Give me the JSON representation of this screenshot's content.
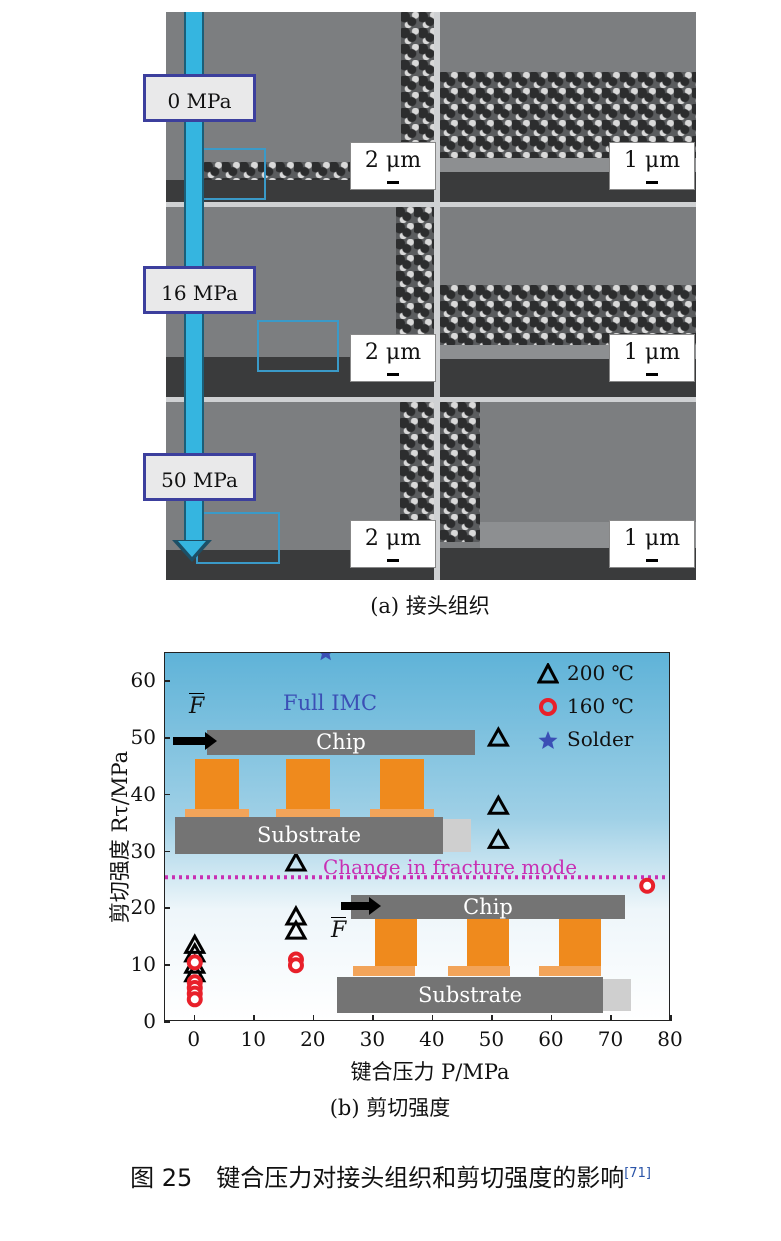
{
  "panel_a": {
    "rows": [
      {
        "pressure_label": "0 MPa",
        "left_scale": "2 μm",
        "right_scale": "1 μm"
      },
      {
        "pressure_label": "16 MPa",
        "left_scale": "2 μm",
        "right_scale": "1 μm"
      },
      {
        "pressure_label": "50 MPa",
        "left_scale": "2 μm",
        "right_scale": "1 μm"
      }
    ],
    "caption": "(a) 接头组织"
  },
  "panel_b": {
    "caption": "(b) 剪切强度",
    "full_imc_label": "Full IMC",
    "change_label": "Change in fracture mode",
    "chip_label_top": "Chip",
    "substrate_label_top": "Substrate",
    "chip_label_bottom": "Chip",
    "substrate_label_bottom": "Substrate",
    "force_label": "F"
  },
  "chart_data": {
    "type": "scatter",
    "xlabel": "键合压力 P/MPa",
    "ylabel": "剪切强度 Rτ/MPa",
    "xlim": [
      -5,
      80
    ],
    "ylim": [
      0,
      65
    ],
    "xticks": [
      0,
      10,
      20,
      30,
      40,
      50,
      60,
      70,
      80
    ],
    "yticks": [
      0,
      10,
      20,
      30,
      40,
      50,
      60
    ],
    "fracture_mode_line_y": 25.5,
    "series": [
      {
        "name": "200 ℃",
        "marker": "triangle",
        "color": "#000000",
        "points": [
          [
            0,
            13.5
          ],
          [
            0,
            12
          ],
          [
            0,
            10
          ],
          [
            0,
            8.5
          ],
          [
            17,
            28
          ],
          [
            17,
            18.5
          ],
          [
            17,
            16
          ],
          [
            51,
            50
          ],
          [
            51,
            38
          ],
          [
            51,
            32
          ]
        ]
      },
      {
        "name": "160 ℃",
        "marker": "circle",
        "color": "#e8202a",
        "points": [
          [
            0,
            10.5
          ],
          [
            0,
            7
          ],
          [
            0,
            6
          ],
          [
            0,
            5
          ],
          [
            0,
            4
          ],
          [
            17,
            11
          ],
          [
            17,
            10
          ],
          [
            76,
            24
          ]
        ]
      },
      {
        "name": "Solder",
        "marker": "star",
        "color": "#3b4fb5",
        "points": [
          [
            22,
            65
          ]
        ]
      }
    ]
  },
  "figure_caption": {
    "text": "图 25　键合压力对接头组织和剪切强度的影响",
    "ref": "[71]"
  }
}
